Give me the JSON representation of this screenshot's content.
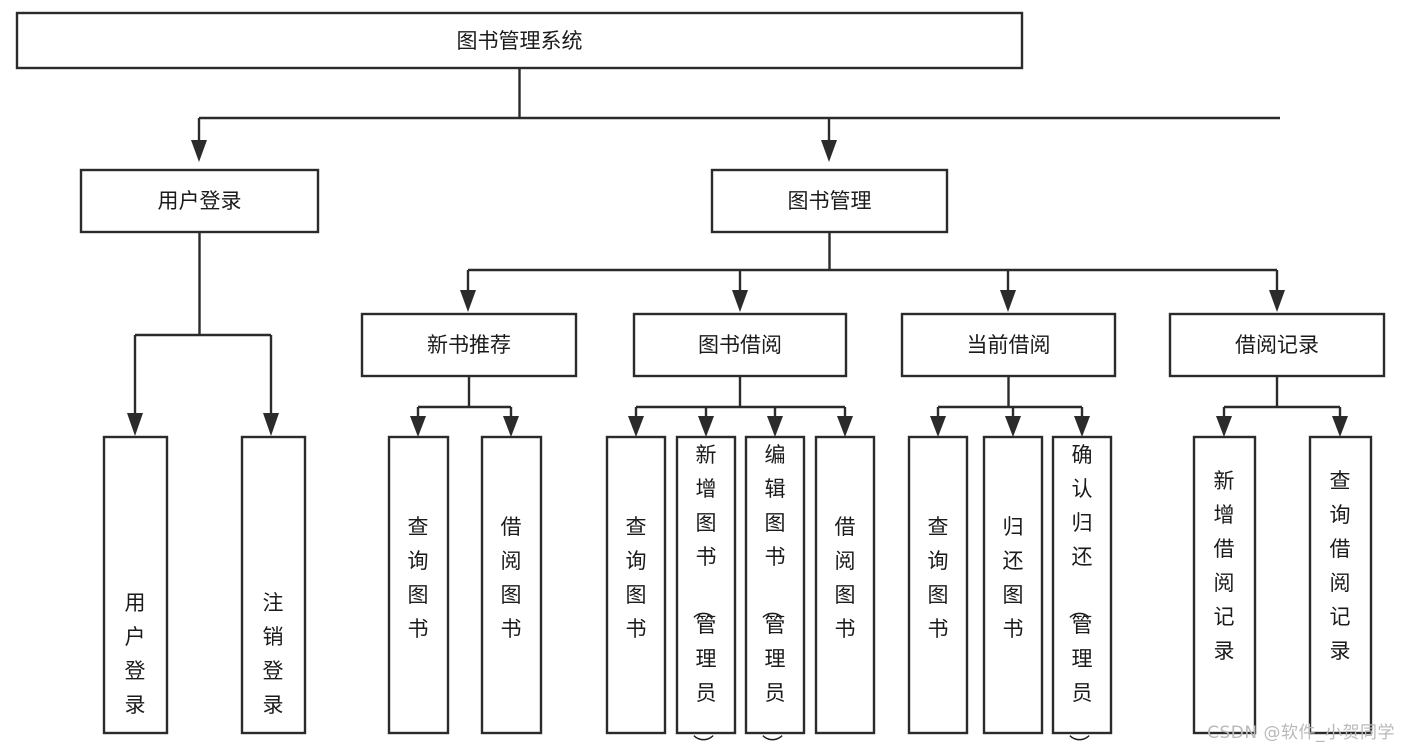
{
  "diagram": {
    "type": "tree",
    "title": "图书管理系统",
    "watermark": "CSDN @软件_小贺同学",
    "colors": {
      "box_stroke": "#2b2b2b",
      "box_fill": "#ffffff",
      "text": "#1b1b1b",
      "background": "#ffffff",
      "watermark": "#b9b9b9"
    },
    "root": {
      "label": "图书管理系统"
    },
    "level2": [
      {
        "label": "用户登录"
      },
      {
        "label": "图书管理"
      }
    ],
    "level3": [
      {
        "label": "新书推荐"
      },
      {
        "label": "图书借阅"
      },
      {
        "label": "当前借阅"
      },
      {
        "label": "借阅记录"
      }
    ],
    "leaves": {
      "user_login": [
        {
          "label": "用户登录"
        },
        {
          "label": "注销登录"
        }
      ],
      "new_book": [
        {
          "label": "查询图书"
        },
        {
          "label": "借阅图书"
        }
      ],
      "book_borrow": [
        {
          "label": "查询图书"
        },
        {
          "label": "新增图书（管理员）"
        },
        {
          "label": "编辑图书（管理员）"
        },
        {
          "label": "借阅图书"
        }
      ],
      "current_borrow": [
        {
          "label": "查询图书"
        },
        {
          "label": "归还图书"
        },
        {
          "label": "确认归还（管理员）"
        }
      ],
      "borrow_record": [
        {
          "label": "新增借阅记录"
        },
        {
          "label": "查询借阅记录"
        }
      ]
    }
  }
}
